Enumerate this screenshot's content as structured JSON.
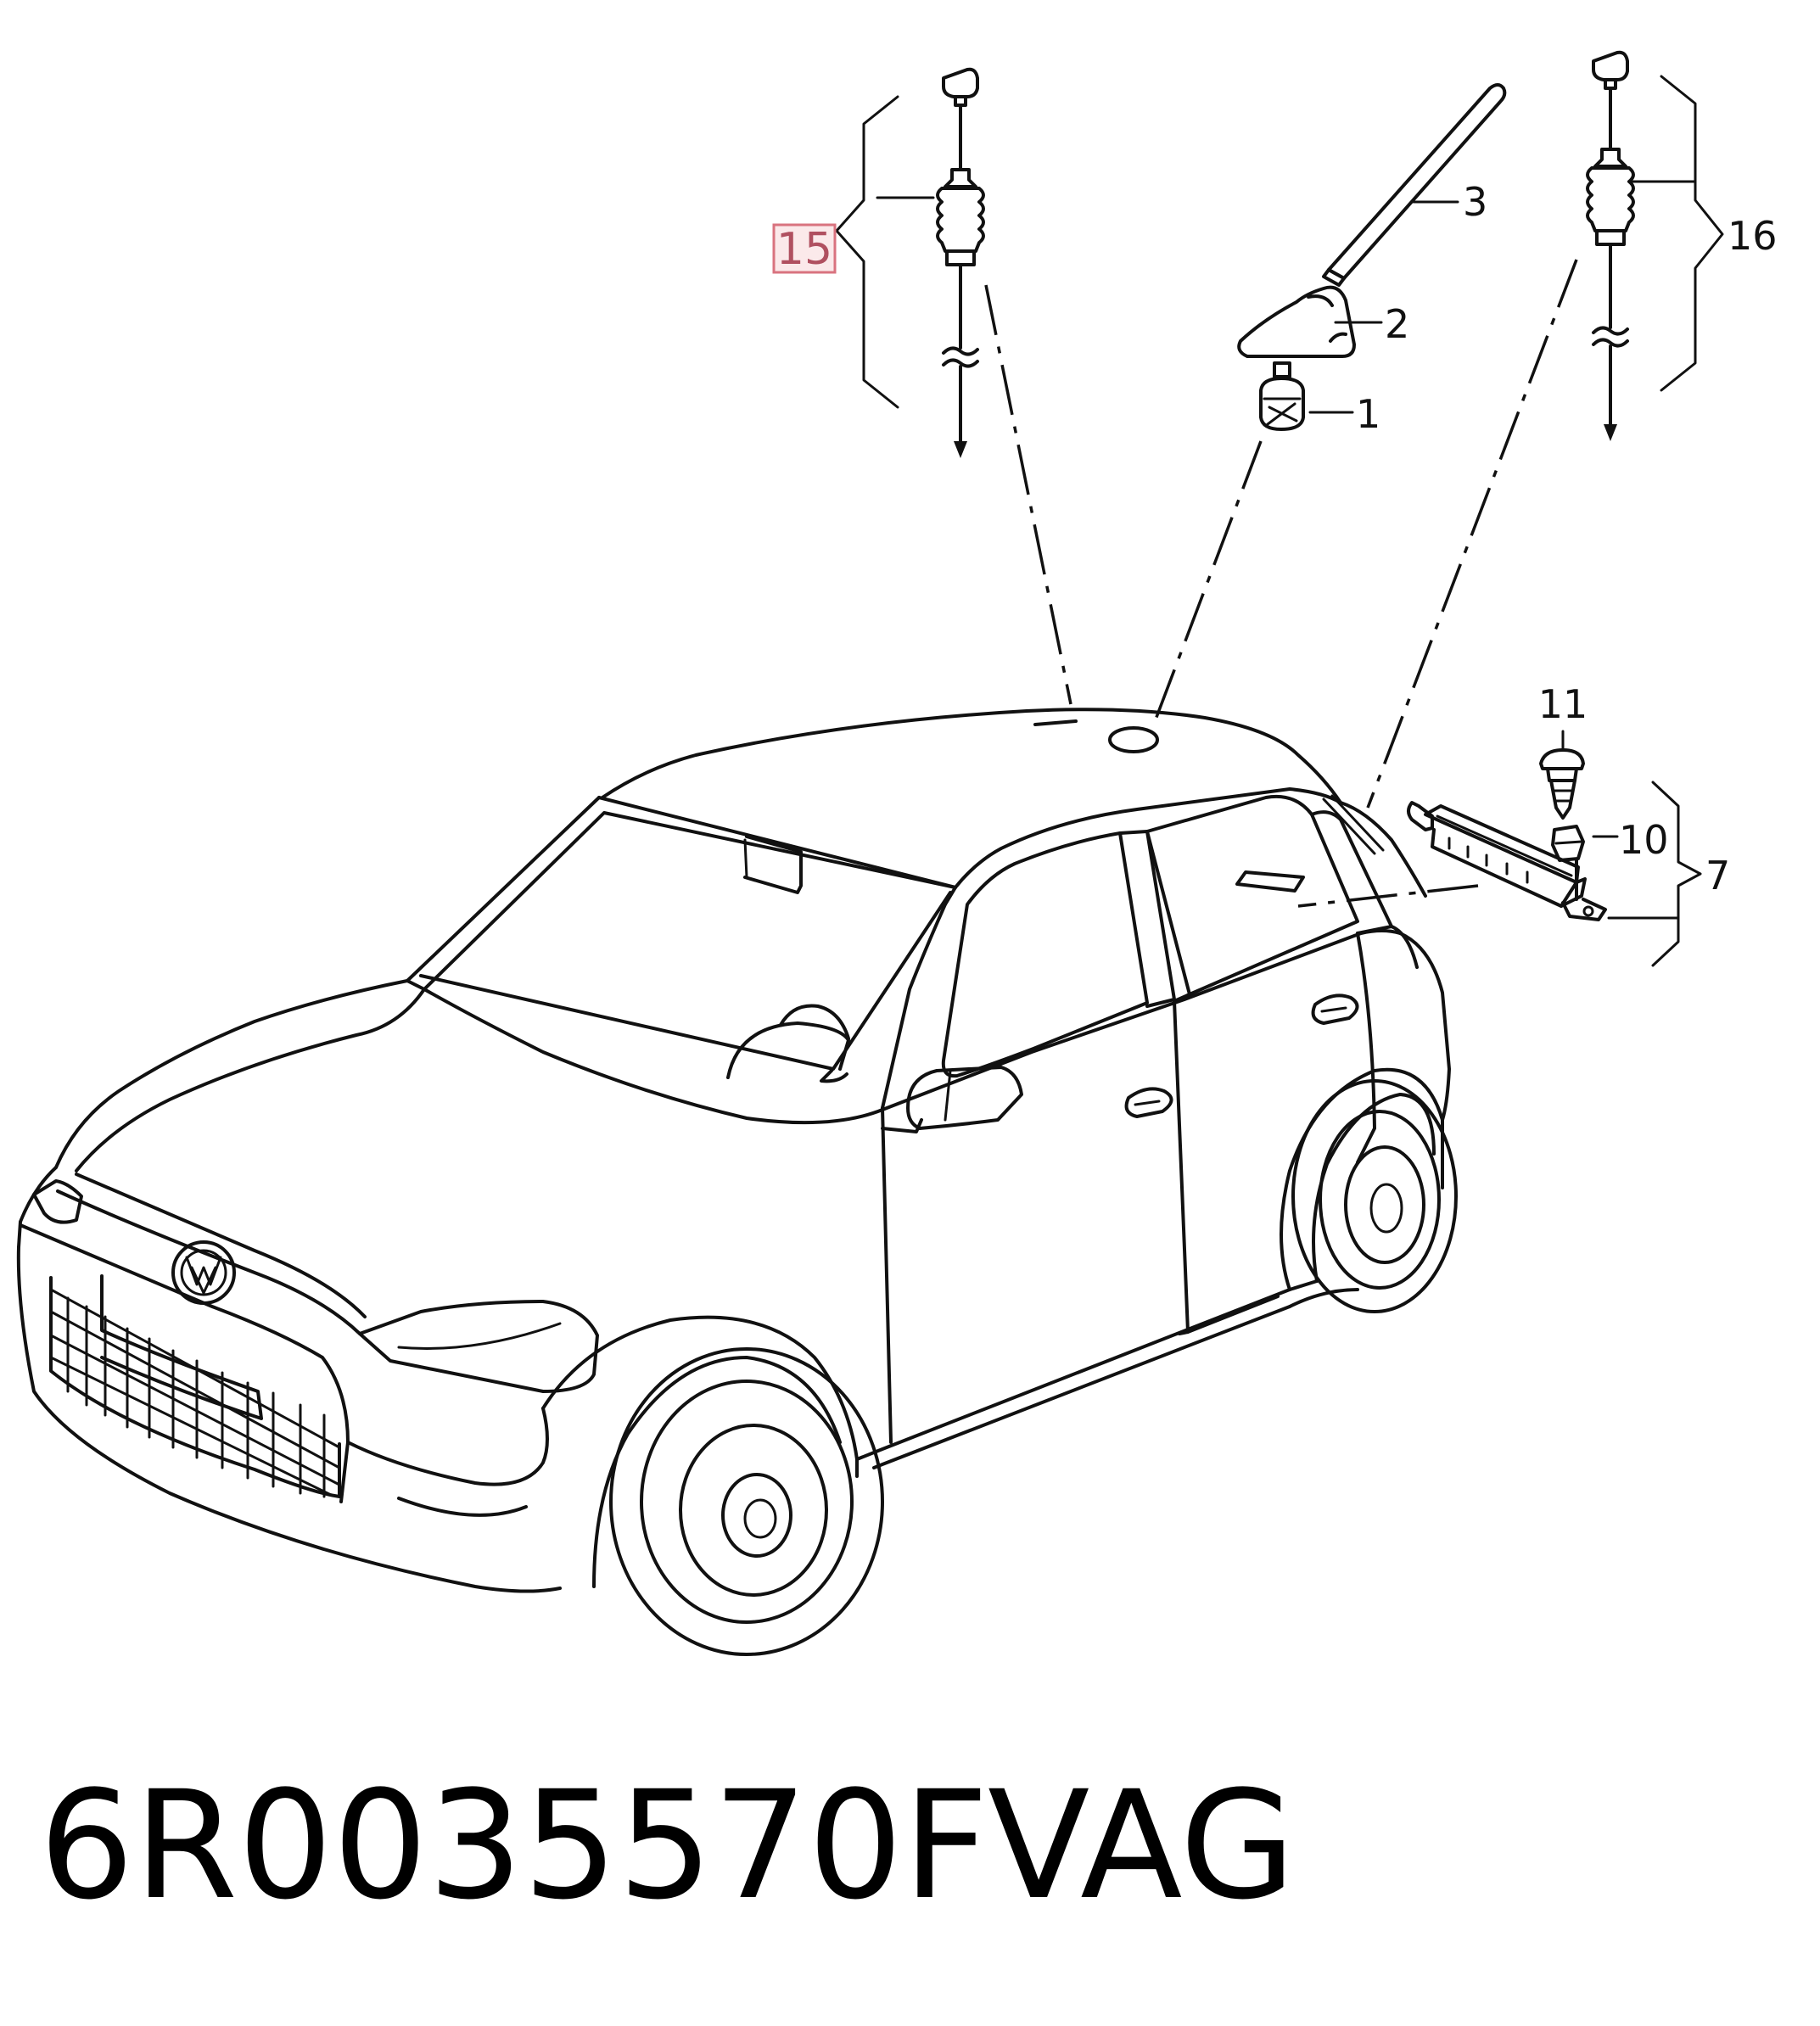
{
  "callouts": {
    "c1": "1",
    "c2": "2",
    "c3": "3",
    "c7": "7",
    "c10": "10",
    "c11": "11",
    "c15": "15",
    "c16": "16"
  },
  "footer": {
    "part_number": "6R0035570F",
    "brand": "VAG"
  },
  "colors": {
    "line": "#111111",
    "highlight_box": "#d9737f",
    "highlight_fill": "#fbe9ea"
  }
}
